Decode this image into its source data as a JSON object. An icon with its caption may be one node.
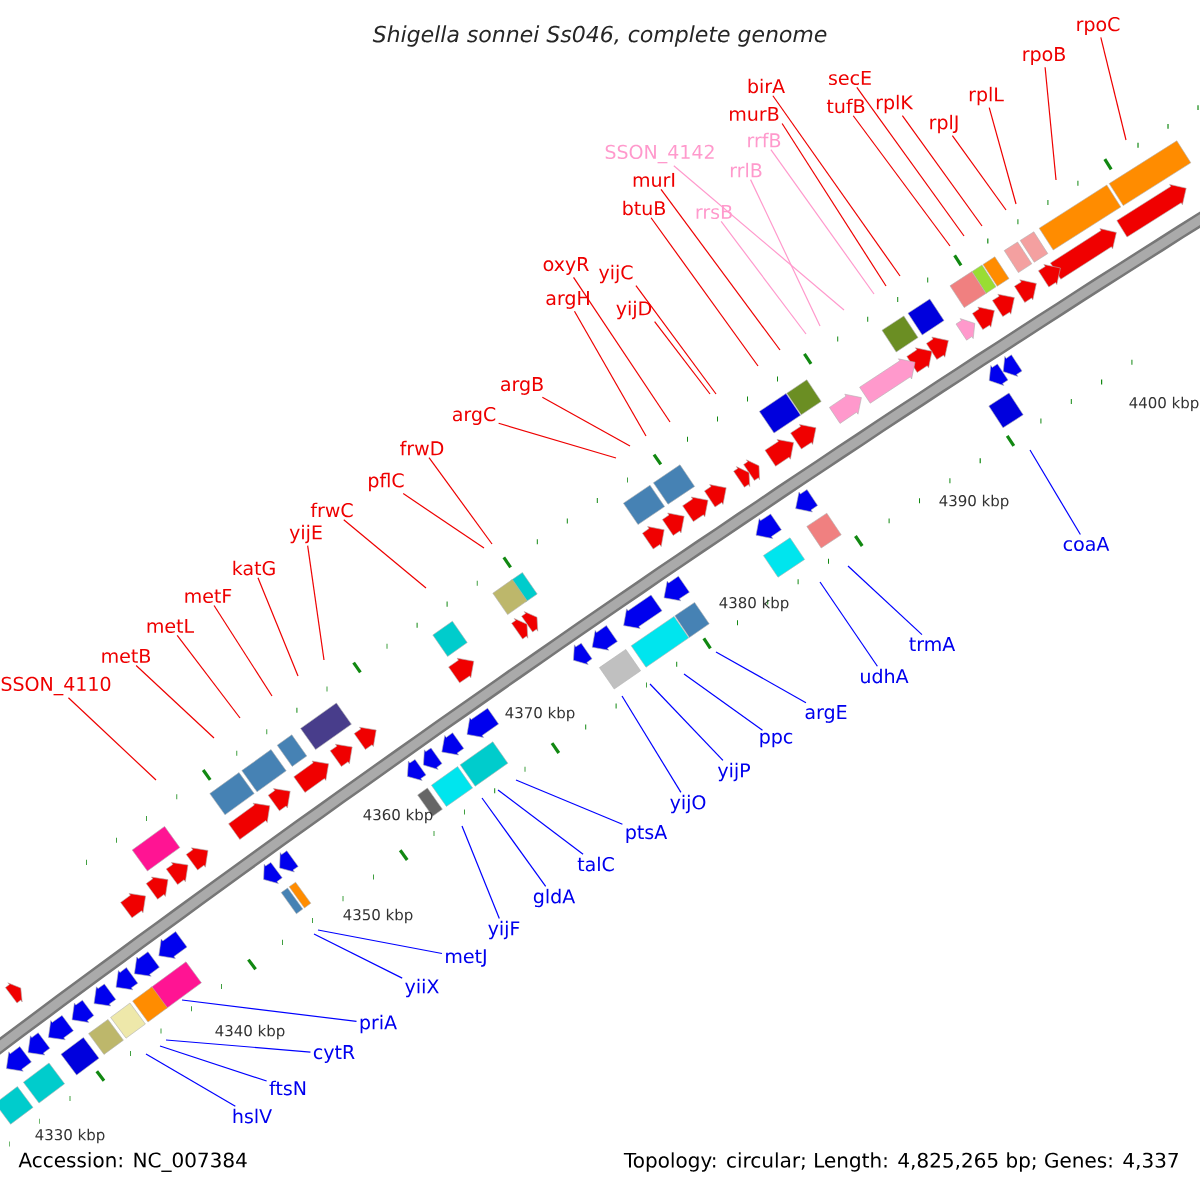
{
  "diagram": {
    "title": "Shigella sonnei Ss046, complete genome",
    "nodes": [
      {
        "text": [
          "rpoC"
        ]
      },
      {
        "text": [
          "rpoB"
        ]
      },
      {
        "text": [
          "secE"
        ]
      },
      {
        "text": [
          "birA"
        ]
      },
      {
        "text": [
          "rplL"
        ]
      },
      {
        "text": [
          "rplK"
        ]
      },
      {
        "text": [
          "tufB"
        ]
      },
      {
        "text": [
          "murB"
        ]
      },
      {
        "text": [
          "rplJ"
        ]
      },
      {
        "text": [
          "rrfB"
        ]
      },
      {
        "text": [
          "SSON_4142"
        ]
      },
      {
        "text": [
          "rrlB"
        ]
      },
      {
        "text": [
          "murI"
        ]
      },
      {
        "text": [
          "btuB"
        ]
      },
      {
        "text": [
          "rrsB"
        ]
      },
      {
        "text": [
          "oxyR"
        ]
      },
      {
        "text": [
          "yijC"
        ]
      },
      {
        "text": [
          "argH"
        ]
      },
      {
        "text": [
          "yijD"
        ]
      },
      {
        "text": [
          "argB"
        ]
      },
      {
        "text": [
          "argC"
        ]
      },
      {
        "text": [
          "frwD"
        ]
      },
      {
        "text": [
          "pflC"
        ]
      },
      {
        "text": [
          "frwC"
        ]
      },
      {
        "text": [
          "yijE"
        ]
      },
      {
        "text": [
          "katG"
        ]
      },
      {
        "text": [
          "metF"
        ]
      },
      {
        "text": [
          "metL"
        ]
      },
      {
        "text": [
          "metB"
        ]
      },
      {
        "text": [
          "SSON_4110"
        ]
      },
      {
        "text": [
          "coaA"
        ]
      },
      {
        "text": [
          "trmA"
        ]
      },
      {
        "text": [
          "udhA"
        ]
      },
      {
        "text": [
          "argE"
        ]
      },
      {
        "text": [
          "ppc"
        ]
      },
      {
        "text": [
          "yijP"
        ]
      },
      {
        "text": [
          "yijO"
        ]
      },
      {
        "text": [
          "ptsA"
        ]
      },
      {
        "text": [
          "talC"
        ]
      },
      {
        "text": [
          "gldA"
        ]
      },
      {
        "text": [
          "yijF"
        ]
      },
      {
        "text": [
          "metJ"
        ]
      },
      {
        "text": [
          "yiiX"
        ]
      },
      {
        "text": [
          "priA"
        ]
      },
      {
        "text": [
          "cytR"
        ]
      },
      {
        "text": [
          "ftsN"
        ]
      },
      {
        "text": [
          "hslV"
        ]
      }
    ],
    "edges": [
      {
        "from": 0,
        "to": null,
        "arrow": "none"
      },
      {
        "from": 1,
        "to": null,
        "arrow": "none"
      },
      {
        "from": 2,
        "to": null,
        "arrow": "none"
      },
      {
        "from": 3,
        "to": null,
        "arrow": "none"
      },
      {
        "from": 4,
        "to": null,
        "arrow": "none"
      },
      {
        "from": 5,
        "to": null,
        "arrow": "none"
      },
      {
        "from": 6,
        "to": null,
        "arrow": "none"
      },
      {
        "from": 7,
        "to": null,
        "arrow": "none"
      },
      {
        "from": 8,
        "to": null,
        "arrow": "none"
      },
      {
        "from": 9,
        "to": null,
        "arrow": "none",
        "color": "#ff99cc"
      },
      {
        "from": 10,
        "to": null,
        "arrow": "none",
        "color": "#ff99cc"
      },
      {
        "from": 11,
        "to": null,
        "arrow": "none",
        "color": "#ff99cc"
      },
      {
        "from": 12,
        "to": null,
        "arrow": "none"
      },
      {
        "from": 13,
        "to": null,
        "arrow": "none"
      },
      {
        "from": 14,
        "to": null,
        "arrow": "none",
        "color": "#ff99cc"
      },
      {
        "from": 15,
        "to": null,
        "arrow": "none"
      },
      {
        "from": 16,
        "to": null,
        "arrow": "none"
      },
      {
        "from": 17,
        "to": null,
        "arrow": "none"
      },
      {
        "from": 18,
        "to": null,
        "arrow": "none"
      },
      {
        "from": 19,
        "to": null,
        "arrow": "none"
      },
      {
        "from": 20,
        "to": null,
        "arrow": "none"
      },
      {
        "from": 21,
        "to": null,
        "arrow": "none"
      },
      {
        "from": 22,
        "to": null,
        "arrow": "none"
      },
      {
        "from": 23,
        "to": null,
        "arrow": "none"
      },
      {
        "from": 24,
        "to": null,
        "arrow": "none"
      },
      {
        "from": 25,
        "to": null,
        "arrow": "none"
      },
      {
        "from": 26,
        "to": null,
        "arrow": "none"
      },
      {
        "from": 27,
        "to": null,
        "arrow": "none"
      },
      {
        "from": 28,
        "to": null,
        "arrow": "none"
      },
      {
        "from": 29,
        "to": null,
        "arrow": "none"
      },
      {
        "from": 30,
        "to": null,
        "arrow": "none",
        "color": "#0000ff"
      },
      {
        "from": 31,
        "to": null,
        "arrow": "none",
        "color": "#0000ff"
      },
      {
        "from": 32,
        "to": null,
        "arrow": "none",
        "color": "#0000ff"
      },
      {
        "from": 33,
        "to": null,
        "arrow": "none",
        "color": "#0000ff"
      },
      {
        "from": 34,
        "to": null,
        "arrow": "none",
        "color": "#0000ff"
      },
      {
        "from": 35,
        "to": null,
        "arrow": "none",
        "color": "#0000ff"
      },
      {
        "from": 36,
        "to": null,
        "arrow": "none",
        "color": "#0000ff"
      },
      {
        "from": 37,
        "to": null,
        "arrow": "none",
        "color": "#0000ff"
      },
      {
        "from": 38,
        "to": null,
        "arrow": "none",
        "color": "#0000ff"
      },
      {
        "from": 39,
        "to": null,
        "arrow": "none",
        "color": "#0000ff"
      },
      {
        "from": 40,
        "to": null,
        "arrow": "none",
        "color": "#0000ff"
      },
      {
        "from": 41,
        "to": null,
        "arrow": "none",
        "color": "#0000ff"
      },
      {
        "from": 42,
        "to": null,
        "arrow": "none",
        "color": "#0000ff"
      },
      {
        "from": 43,
        "to": null,
        "arrow": "none",
        "color": "#0000ff"
      },
      {
        "from": 44,
        "to": null,
        "arrow": "none",
        "color": "#0000ff"
      },
      {
        "from": 45,
        "to": null,
        "arrow": "none",
        "color": "#0000ff"
      },
      {
        "from": 46,
        "to": null,
        "arrow": "none",
        "color": "#0000ff"
      }
    ],
    "labels": [
      "4400 kbp",
      "4390 kbp",
      "4380 kbp",
      "4370 kbp",
      "4360 kbp",
      "4350 kbp",
      "4340 kbp",
      "4330 kbp",
      "Accession: NC_007384",
      "Topology: circular; Length: 4,825,265 bp; Genes: 4,337"
    ]
  }
}
